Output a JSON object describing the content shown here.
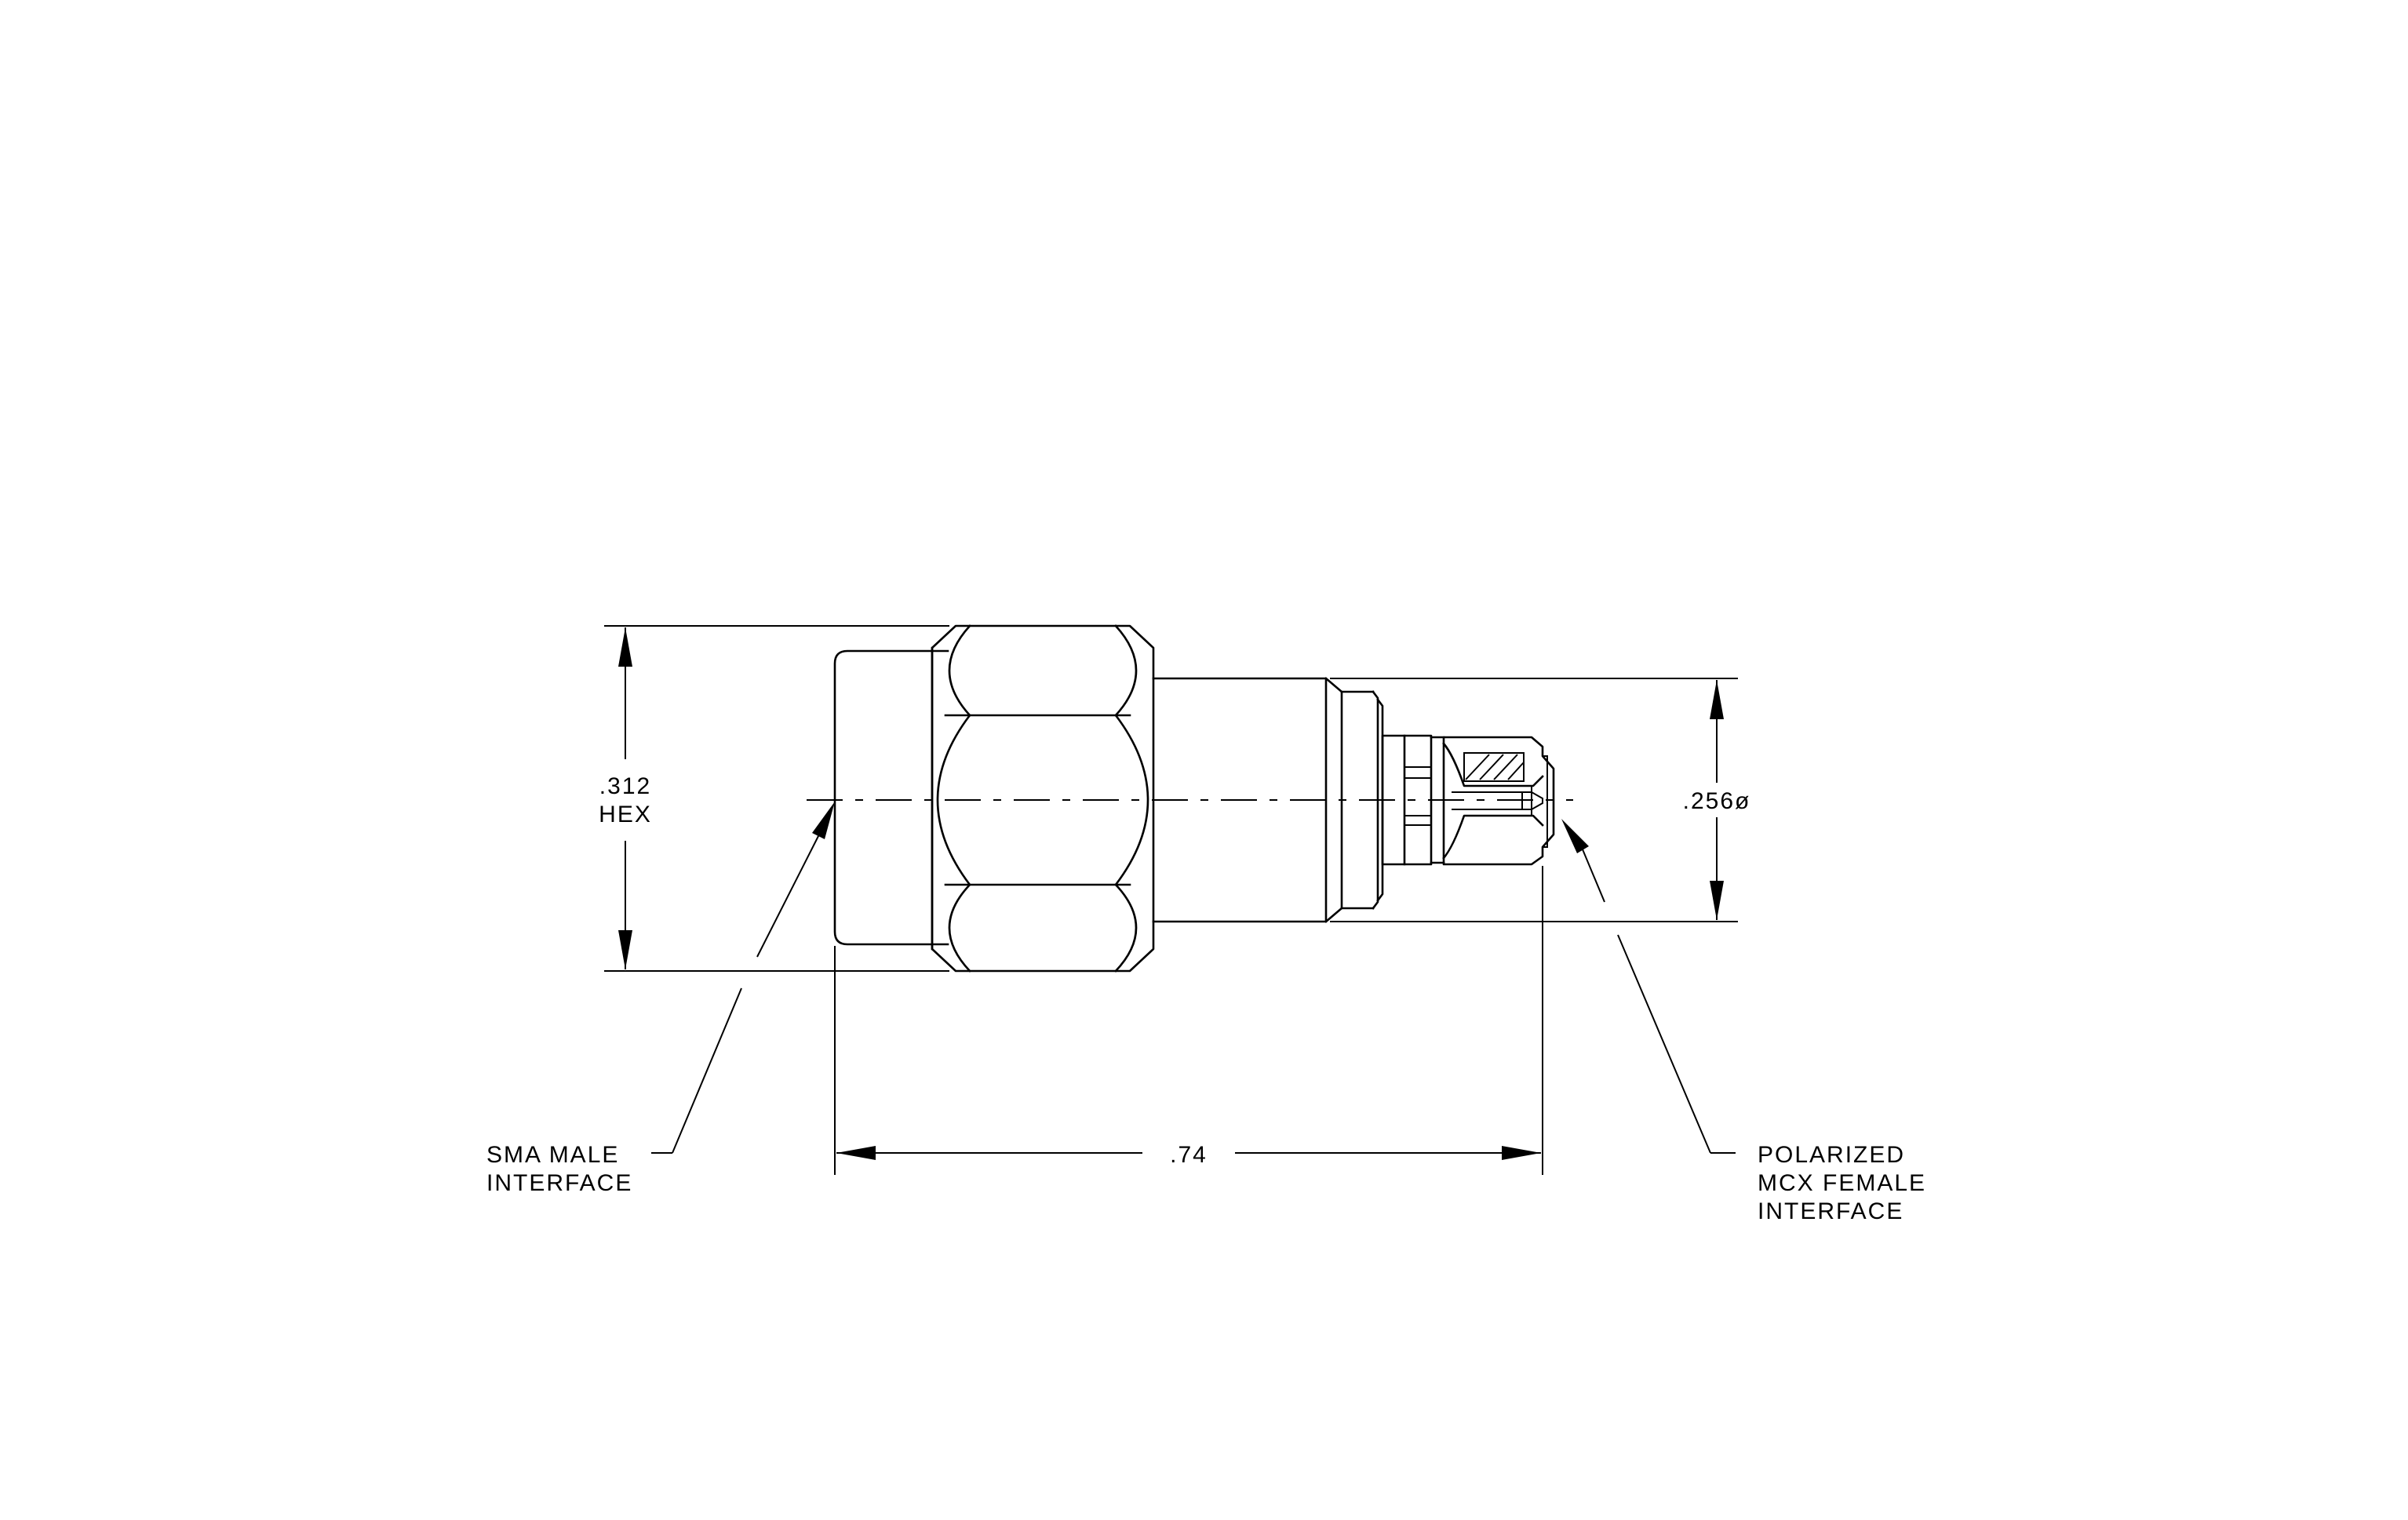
{
  "dimensions": {
    "hex_width": ".312",
    "hex_label": "HEX",
    "body_diameter": ".256ø",
    "overall_length": ".74"
  },
  "callouts": {
    "sma": {
      "line1": "SMA  MALE",
      "line2": "INTERFACE"
    },
    "mcx": {
      "line1": "POLARIZED",
      "line2": "MCX  FEMALE",
      "line3": "INTERFACE"
    }
  },
  "colors": {
    "line": "#000000",
    "background": "#ffffff"
  }
}
